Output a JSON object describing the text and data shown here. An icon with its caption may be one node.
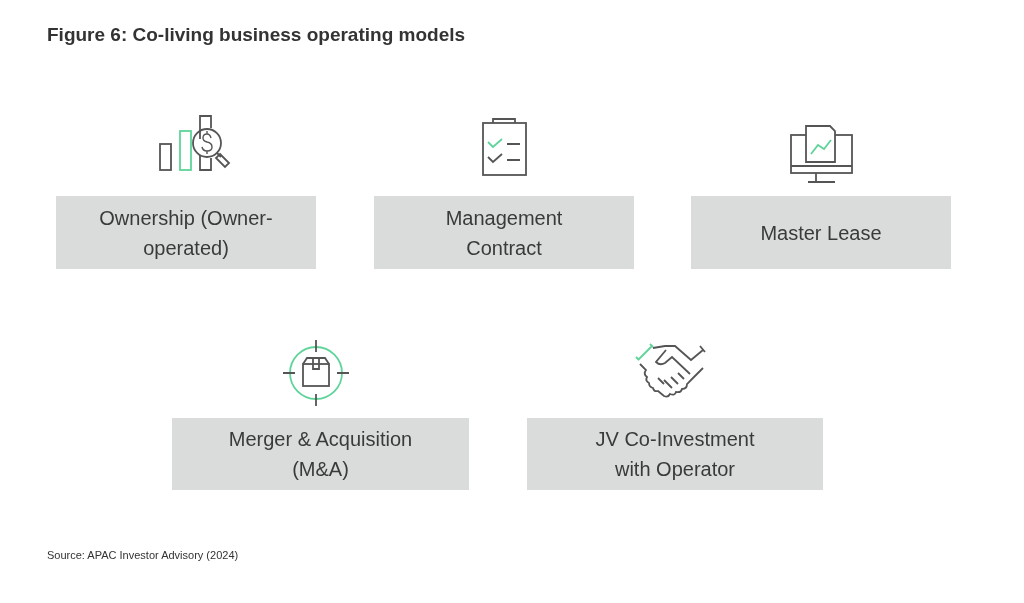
{
  "diagram": {
    "title": "Figure 6: Co-living business operating models",
    "caption": "Source: APAC Investor Advisory (2024)",
    "nodes": [
      {
        "text": [
          "Ownership (Owner-operated)"
        ]
      },
      {
        "text": [
          "Management Contract"
        ]
      },
      {
        "text": [
          "Master Lease"
        ]
      },
      {
        "text": [
          "Merger & Acquisition (M&A)"
        ]
      },
      {
        "text": [
          "JV Co-Investment with Operator"
        ]
      }
    ]
  }
}
